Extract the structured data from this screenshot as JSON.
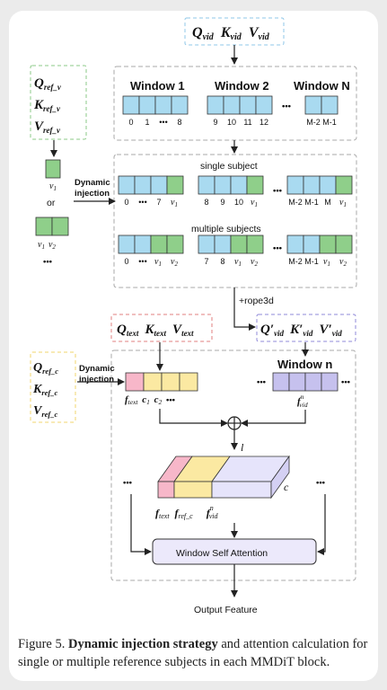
{
  "query_top": {
    "q": "Q",
    "k": "K",
    "v": "V",
    "sub": "vid"
  },
  "ref_v": {
    "q": "Q",
    "k": "K",
    "v": "V",
    "sub": "ref_v"
  },
  "ref_v_single": "v",
  "ref_v_single_sub": "1",
  "or_label": "or",
  "ref_v_multi": [
    "v",
    "v"
  ],
  "ref_v_multi_sub": [
    "1",
    "2"
  ],
  "ellipsis": "•••",
  "dynamic_injection": [
    "Dynamic",
    "injection"
  ],
  "windows": [
    {
      "title": "Window 1",
      "labels": [
        "0",
        "1",
        "•••",
        "8"
      ]
    },
    {
      "title": "Window 2",
      "labels": [
        "9",
        "10",
        "11",
        "12"
      ]
    },
    {
      "title": "Window N",
      "labels": [
        "M-2",
        "M-1"
      ]
    }
  ],
  "single_subject": {
    "title": "single subject",
    "groups": [
      {
        "labels": [
          "0",
          "•••",
          "7",
          "v1"
        ]
      },
      {
        "labels": [
          "8",
          "9",
          "10",
          "v1"
        ]
      },
      {
        "labels": [
          "M-2",
          "M-1",
          "M",
          "v1"
        ]
      }
    ]
  },
  "multiple_subjects": {
    "title": "multiple subjects",
    "groups": [
      {
        "labels": [
          "0",
          "•••",
          "v1",
          "v2"
        ]
      },
      {
        "labels": [
          "7",
          "8",
          "v1",
          "v2"
        ]
      },
      {
        "labels": [
          "M-2",
          "M-1",
          "v1",
          "v2"
        ]
      }
    ]
  },
  "rope3d": "+rope3d",
  "query_text": {
    "q": "Q",
    "k": "K",
    "v": "V",
    "sub": "text"
  },
  "query_prime": {
    "q": "Q′",
    "k": "K′",
    "v": "V′",
    "sub": "vid"
  },
  "ref_c": {
    "q": "Q",
    "k": "K",
    "v": "V",
    "sub": "ref_c"
  },
  "text_token_labels": [
    "f",
    "c",
    "c",
    "•••"
  ],
  "text_token_subs": [
    "text",
    "1",
    "2",
    ""
  ],
  "window_n": "Window n",
  "f_vid_n": {
    "f": "f",
    "sup": "n",
    "sub": "vid"
  },
  "concat_symbol": "⊕",
  "tensor_dim_l": "l",
  "tensor_dim_c": "c",
  "tensor_labels": [
    {
      "f": "f",
      "sub": "text"
    },
    {
      "f": "f",
      "sub": "ref_c"
    },
    {
      "f": "f",
      "sub": "vid",
      "sup": "n"
    }
  ],
  "window_self_attention": "Window Self Attention",
  "output_feature": "Output Feature",
  "caption": {
    "prefix": "Figure 5.",
    "bold": "Dynamic injection strategy",
    "rest": "and attention calculation for single or multiple reference subjects in each MMDiT block."
  },
  "colors": {
    "blue_token": "#a9daf0",
    "green_token": "#8fcf8a",
    "yellow_token": "#fbe9a2",
    "pink_token": "#f7b7c9",
    "purple_token": "#c6c1ee",
    "attention_box": "#ece9fb",
    "border_top_query": "#8fc7e8",
    "border_ref_v": "#8bc987",
    "border_text": "#e07f7f",
    "border_prime": "#8f88d8",
    "border_ref_c": "#f2d46c"
  }
}
